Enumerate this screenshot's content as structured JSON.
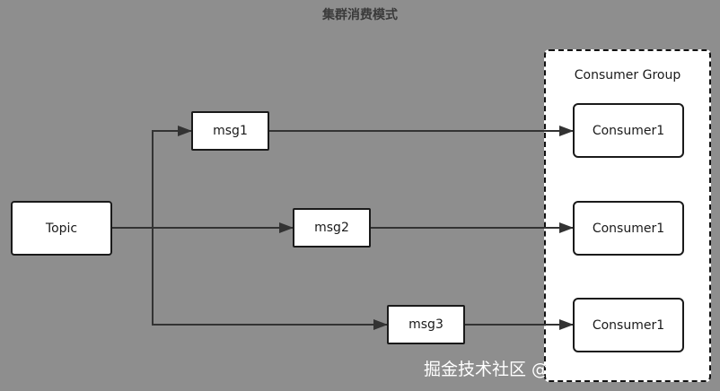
{
  "diagram": {
    "title": "集群消费模式",
    "group_label": "Consumer Group",
    "topic": "Topic",
    "messages": [
      "msg1",
      "msg2",
      "msg3"
    ],
    "consumers": [
      "Consumer1",
      "Consumer1",
      "Consumer1"
    ]
  },
  "watermark": "掘金技术社区 @ 黑大天之骄子",
  "colors": {
    "background": "#8e8e8e",
    "box_fill": "#ffffff",
    "stroke": "#1a1a1a",
    "title": "#3a3a3a"
  }
}
